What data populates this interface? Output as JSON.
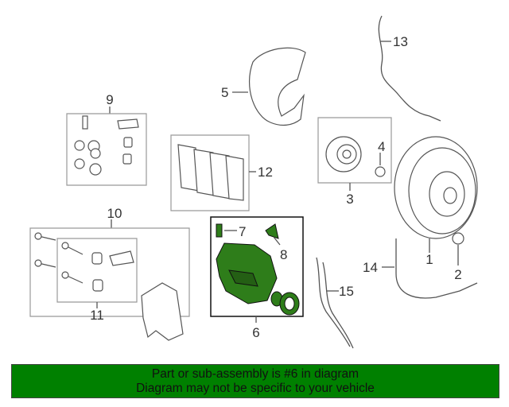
{
  "callouts": {
    "c1": "1",
    "c2": "2",
    "c3": "3",
    "c4": "4",
    "c5": "5",
    "c6": "6",
    "c7": "7",
    "c8": "8",
    "c9": "9",
    "c10": "10",
    "c11": "11",
    "c12": "12",
    "c13": "13",
    "c14": "14",
    "c15": "15"
  },
  "banner": {
    "line1": "Part or sub-assembly is #6 in diagram",
    "line2": "Diagram may not be specific to your vehicle"
  },
  "colors": {
    "highlight": "#2e7d1a",
    "banner_bg": "#008000",
    "line": "#555555"
  }
}
